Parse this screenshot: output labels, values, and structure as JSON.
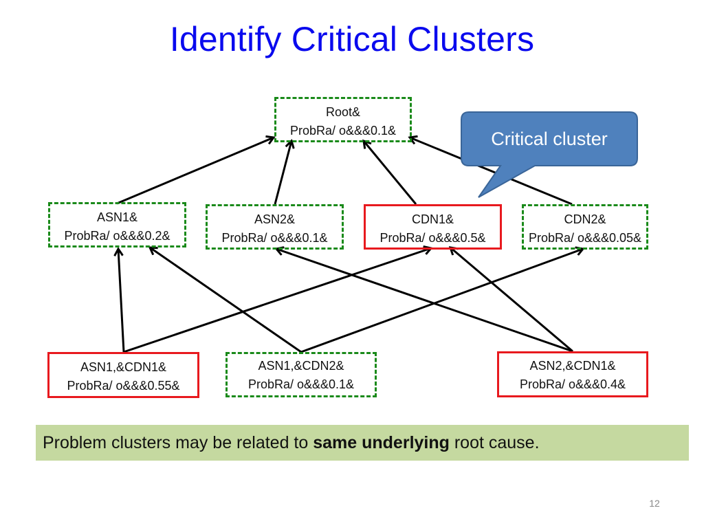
{
  "slide": {
    "title": "Identify Critical Clusters",
    "page_number": "12"
  },
  "colors": {
    "title": "#0a0aee",
    "normal_border": "#1a8a1a",
    "critical_border": "#e8191e",
    "callout_fill": "#4f81bd",
    "banner_fill": "#c5d9a0"
  },
  "nodes": {
    "root": {
      "name": "Root&",
      "prob": "ProbRa/ o&&&0.1&",
      "critical": false
    },
    "asn1": {
      "name": "ASN1&",
      "prob": "ProbRa/ o&&&0.2&",
      "critical": false
    },
    "asn2": {
      "name": "ASN2&",
      "prob": "ProbRa/ o&&&0.1&",
      "critical": false
    },
    "cdn1": {
      "name": "CDN1&",
      "prob": "ProbRa/ o&&&0.5&",
      "critical": true
    },
    "cdn2": {
      "name": "CDN2&",
      "prob": "ProbRa/ o&&&0.05&",
      "critical": false
    },
    "asn1_cdn1": {
      "name": "ASN1,&CDN1&",
      "prob": "ProbRa/ o&&&0.55&",
      "critical": true
    },
    "asn1_cdn2": {
      "name": "ASN1,&CDN2&",
      "prob": "ProbRa/ o&&&0.1&",
      "critical": false
    },
    "asn2_cdn1": {
      "name": "ASN2,&CDN1&",
      "prob": "ProbRa/ o&&&0.4&",
      "critical": true
    }
  },
  "edges": [
    {
      "from": "asn1",
      "to": "root"
    },
    {
      "from": "asn2",
      "to": "root"
    },
    {
      "from": "cdn1",
      "to": "root"
    },
    {
      "from": "cdn2",
      "to": "root"
    },
    {
      "from": "asn1_cdn1",
      "to": "asn1"
    },
    {
      "from": "asn1_cdn1",
      "to": "cdn1"
    },
    {
      "from": "asn1_cdn2",
      "to": "asn1"
    },
    {
      "from": "asn1_cdn2",
      "to": "cdn2"
    },
    {
      "from": "asn2_cdn1",
      "to": "asn2"
    },
    {
      "from": "asn2_cdn1",
      "to": "cdn1"
    }
  ],
  "callout": {
    "text": "Critical cluster",
    "points_to": "cdn1"
  },
  "banner": {
    "prefix": "Problem clusters may be related to ",
    "bold": "same underlying",
    "suffix": " root cause."
  }
}
